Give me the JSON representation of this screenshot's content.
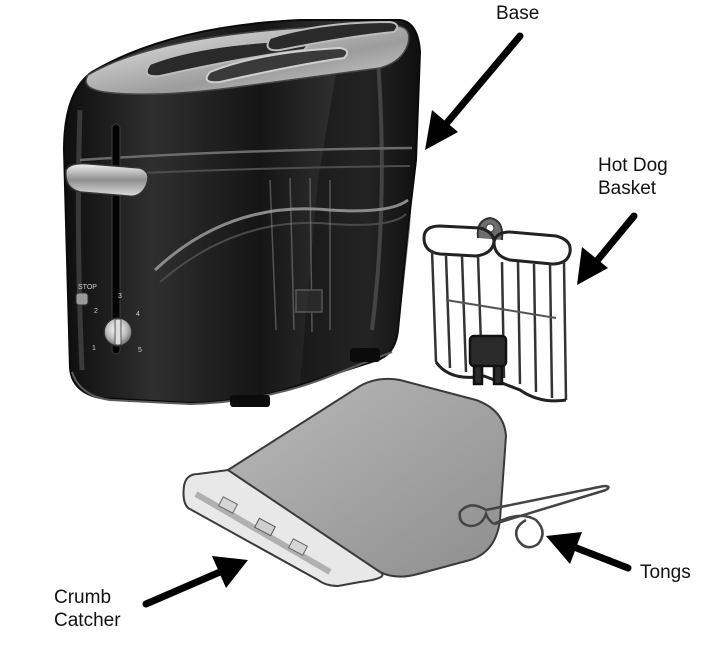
{
  "labels": {
    "base": "Base",
    "basket_line1": "Hot Dog",
    "basket_line2": "Basket",
    "tongs": "Tongs",
    "crumb_line1": "Crumb",
    "crumb_line2": "Catcher"
  },
  "dial": {
    "stop_label": "STOP",
    "numbers": [
      "1",
      "2",
      "3",
      "4",
      "5"
    ]
  },
  "colors": {
    "body": "#1c1c1c",
    "chrome": "#c9c9c9",
    "tray": "#a3a3a3",
    "tray_frame": "#e6e6e6",
    "arrow": "#000000"
  }
}
